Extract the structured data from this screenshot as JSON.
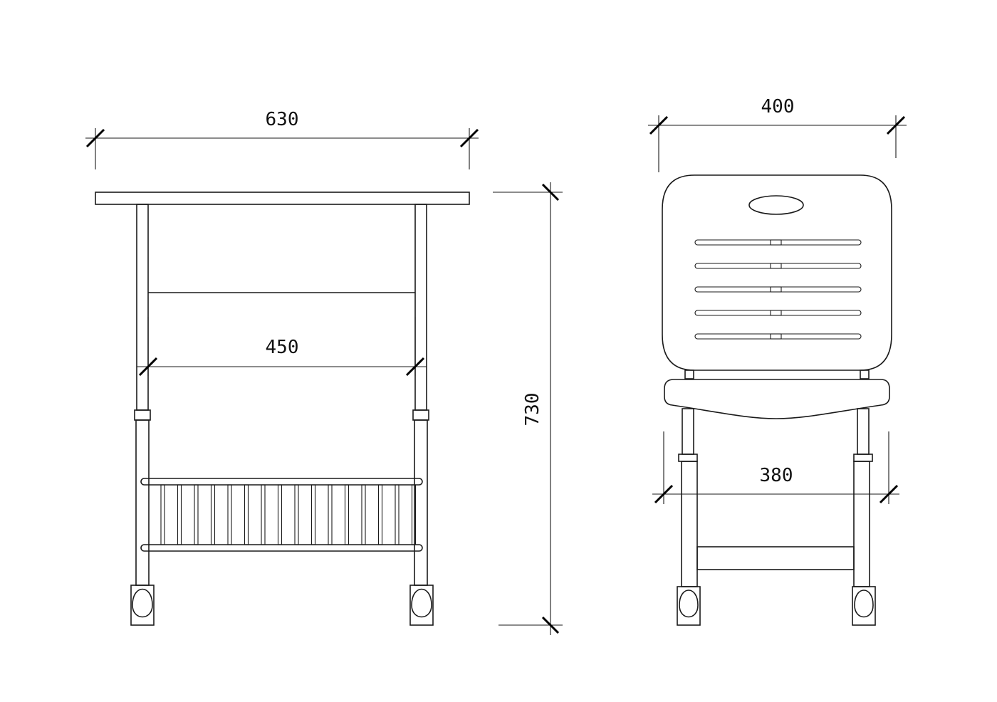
{
  "desk": {
    "width_dimension": "630",
    "leg_span_dimension": "450",
    "height_dimension": "730"
  },
  "chair": {
    "width_dimension": "400",
    "leg_span_dimension": "380"
  }
}
